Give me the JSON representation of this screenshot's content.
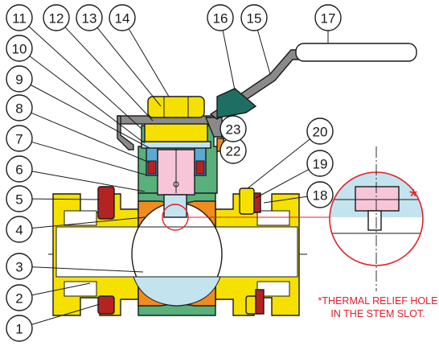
{
  "callouts": [
    {
      "num": "1"
    },
    {
      "num": "2"
    },
    {
      "num": "3"
    },
    {
      "num": "4"
    },
    {
      "num": "5"
    },
    {
      "num": "6"
    },
    {
      "num": "7"
    },
    {
      "num": "8"
    },
    {
      "num": "9"
    },
    {
      "num": "10"
    },
    {
      "num": "11"
    },
    {
      "num": "12"
    },
    {
      "num": "13"
    },
    {
      "num": "14"
    },
    {
      "num": "15"
    },
    {
      "num": "16"
    },
    {
      "num": "17"
    },
    {
      "num": "18"
    },
    {
      "num": "19"
    },
    {
      "num": "20"
    },
    {
      "num": "22"
    },
    {
      "num": "23"
    }
  ],
  "detail": {
    "asterisk": "*",
    "note_line1": "*THERMAL RELIEF HOLE",
    "note_line2": "IN THE STEM SLOT."
  },
  "colors": {
    "body_yellow": "#f5e000",
    "ball_blue": "#c3e3ef",
    "seat_orange": "#f08c1e",
    "bonnet_green": "#58b07a",
    "stem_pink": "#f6c6d8",
    "packing_blue": "#5aa8d4",
    "bolt_red": "#b52222",
    "handle_grey": "#8a8a8a",
    "handle_sleeve_teal": "#1f6e63",
    "grip_white": "#ffffff",
    "accent_red": "#e0202a",
    "outline": "#1a1a1a"
  }
}
